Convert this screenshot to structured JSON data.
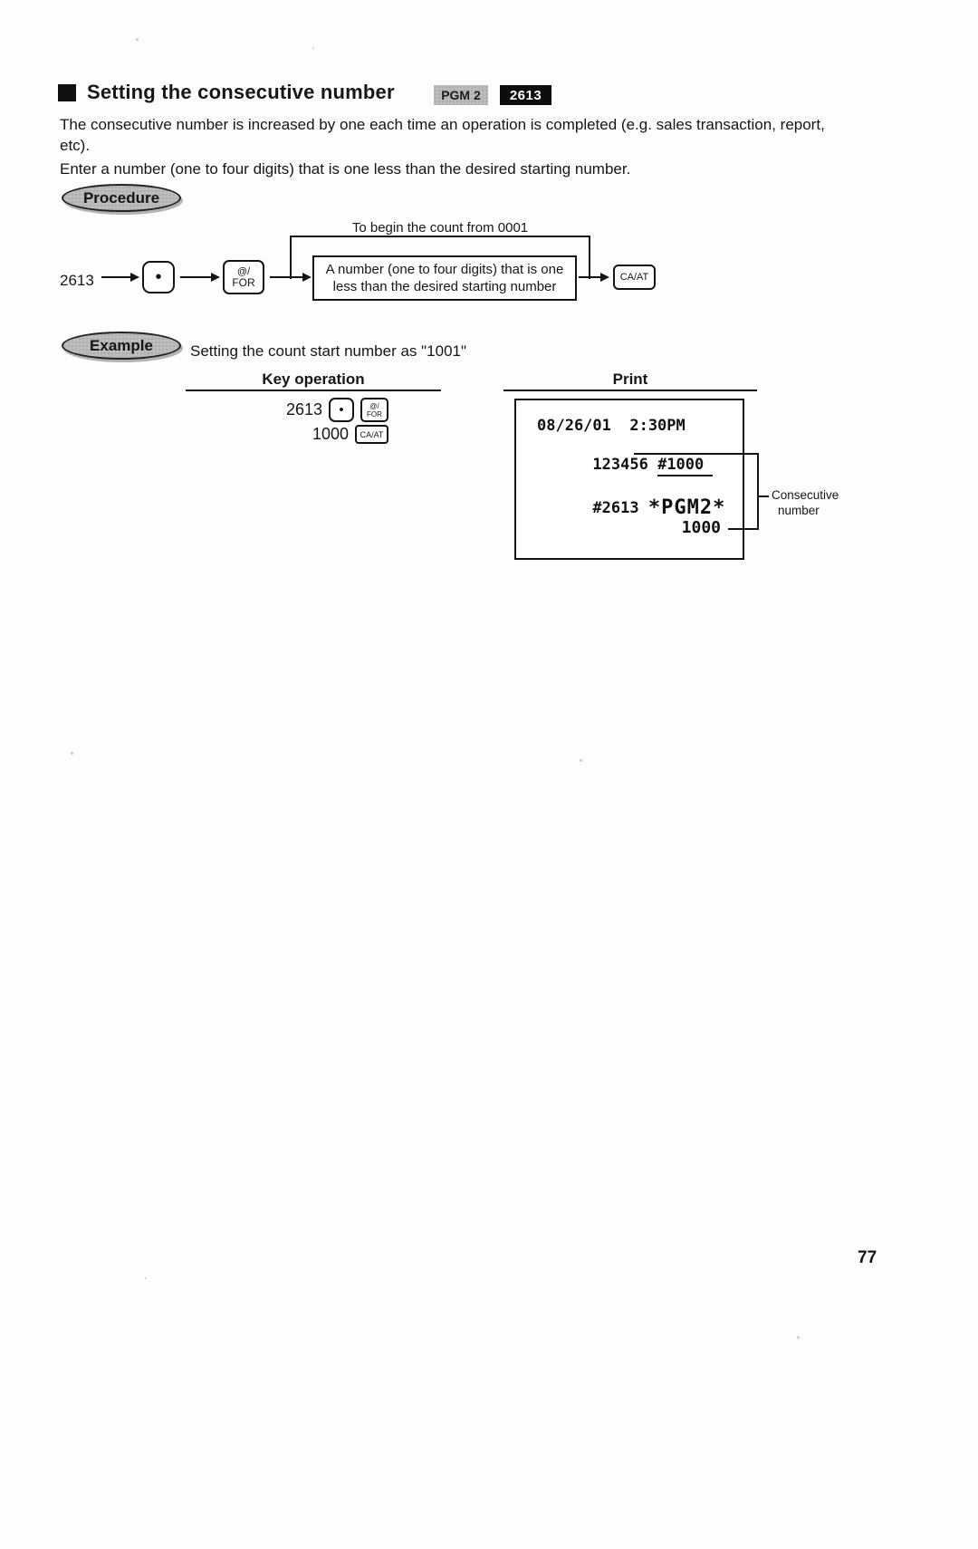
{
  "page": {
    "number": "77"
  },
  "heading": {
    "title": "Setting the consecutive number",
    "badge_pgm": "PGM 2",
    "badge_code": "2613"
  },
  "intro": {
    "lines": [
      "The consecutive number is increased by one each time an operation is completed (e.g. sales transaction, report,",
      "etc).",
      "Enter a number (one to four digits) that is one less than the desired starting number."
    ]
  },
  "procedure": {
    "label": "Procedure",
    "bypass_label": "To begin the count from 0001",
    "start_value": "2613",
    "key_dot": "•",
    "key_for_top": "@/",
    "key_for_bottom": "FOR",
    "box_line1": "A number (one to four digits) that is one",
    "box_line2": "less than the desired starting number",
    "key_caat": "CA/AT"
  },
  "example": {
    "label": "Example",
    "description": "Setting the count start number as \"1001\"",
    "key_operation_header": "Key operation",
    "print_header": "Print",
    "key_line1_value": "2613",
    "key_line2_value": "1000",
    "keys": {
      "dot": "•",
      "for_top": "@/",
      "for_bottom": "FOR",
      "caat": "CA/AT"
    },
    "receipt": {
      "line1": "08/26/01  2:30PM",
      "line2_prefix": "123456 ",
      "line2_underlined": "#1000",
      "line3_prefix": "#2613 ",
      "line3_big": "*PGM2*",
      "line4": "1000"
    },
    "callout_line1": "Consecutive",
    "callout_line2": "number"
  }
}
